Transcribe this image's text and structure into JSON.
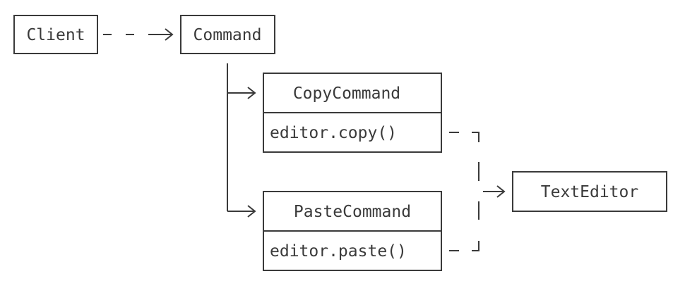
{
  "colors": {
    "stroke": "#3a3a3a",
    "background": "#ffffff"
  },
  "nodes": {
    "client": "Client",
    "command": "Command",
    "copy_command": {
      "title": "CopyCommand",
      "method": "editor.copy()"
    },
    "paste_command": {
      "title": "PasteCommand",
      "method": "editor.paste()"
    },
    "text_editor": "TextEditor"
  }
}
